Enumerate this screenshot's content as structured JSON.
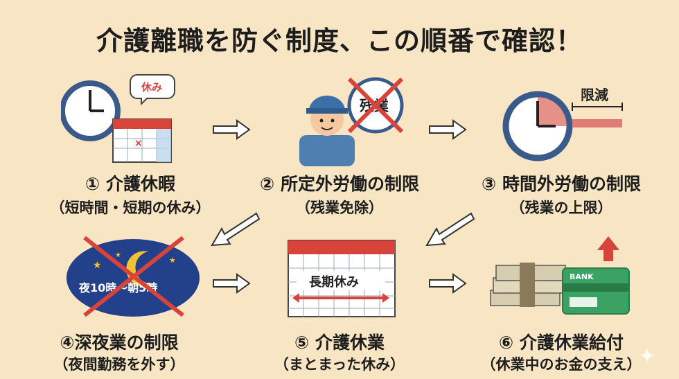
{
  "title": "介護離職を防ぐ制度、この順番で確認！",
  "steps": [
    {
      "number": "①",
      "name": "介護休暇",
      "sub": "（短時間・短期の休み）",
      "icon_label": "休み"
    },
    {
      "number": "②",
      "name": "所定外労働の制限",
      "sub": "（残業免除）",
      "icon_label": "残業"
    },
    {
      "number": "③",
      "name": "時間外労働の制限",
      "sub": "（残業の上限）",
      "icon_label": "限減"
    },
    {
      "number": "④",
      "name": "深夜業の制限",
      "sub": "（夜間勤務を外す）",
      "icon_label": "夜10時〜朝5時"
    },
    {
      "number": "⑤",
      "name": "介護休業",
      "sub": "（まとまった休み）",
      "icon_label": "長期休み"
    },
    {
      "number": "⑥",
      "name": "介護休業給付",
      "sub": "（休業中のお金の支え）",
      "icon_label": "BANK"
    }
  ],
  "colors": {
    "background": "#f7e5c4",
    "accent_red": "#d9443a",
    "clock_blue": "#3b5a8c",
    "night_blue": "#23408a",
    "moon": "#f3c233",
    "card_green": "#3aa364"
  }
}
